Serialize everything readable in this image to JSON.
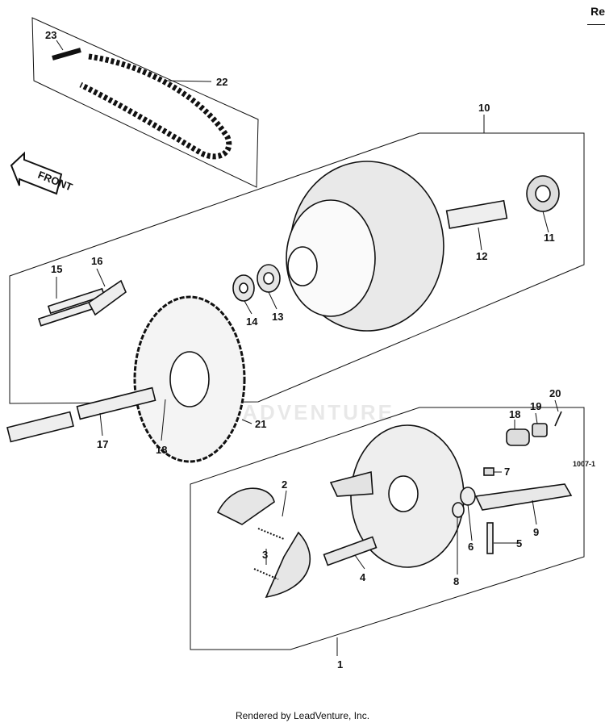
{
  "header": {
    "corner_text": "Re"
  },
  "diagram_code": "1007-1",
  "front_label": "FRONT",
  "watermark": "LEADVENTURE",
  "footer": "Rendered by LeadVenture, Inc.",
  "callouts": [
    "1",
    "2",
    "3",
    "4",
    "5",
    "6",
    "7",
    "8",
    "9",
    "10",
    "11",
    "12",
    "13",
    "14",
    "15",
    "16",
    "17",
    "18",
    "18",
    "19",
    "20",
    "21",
    "22",
    "23"
  ]
}
